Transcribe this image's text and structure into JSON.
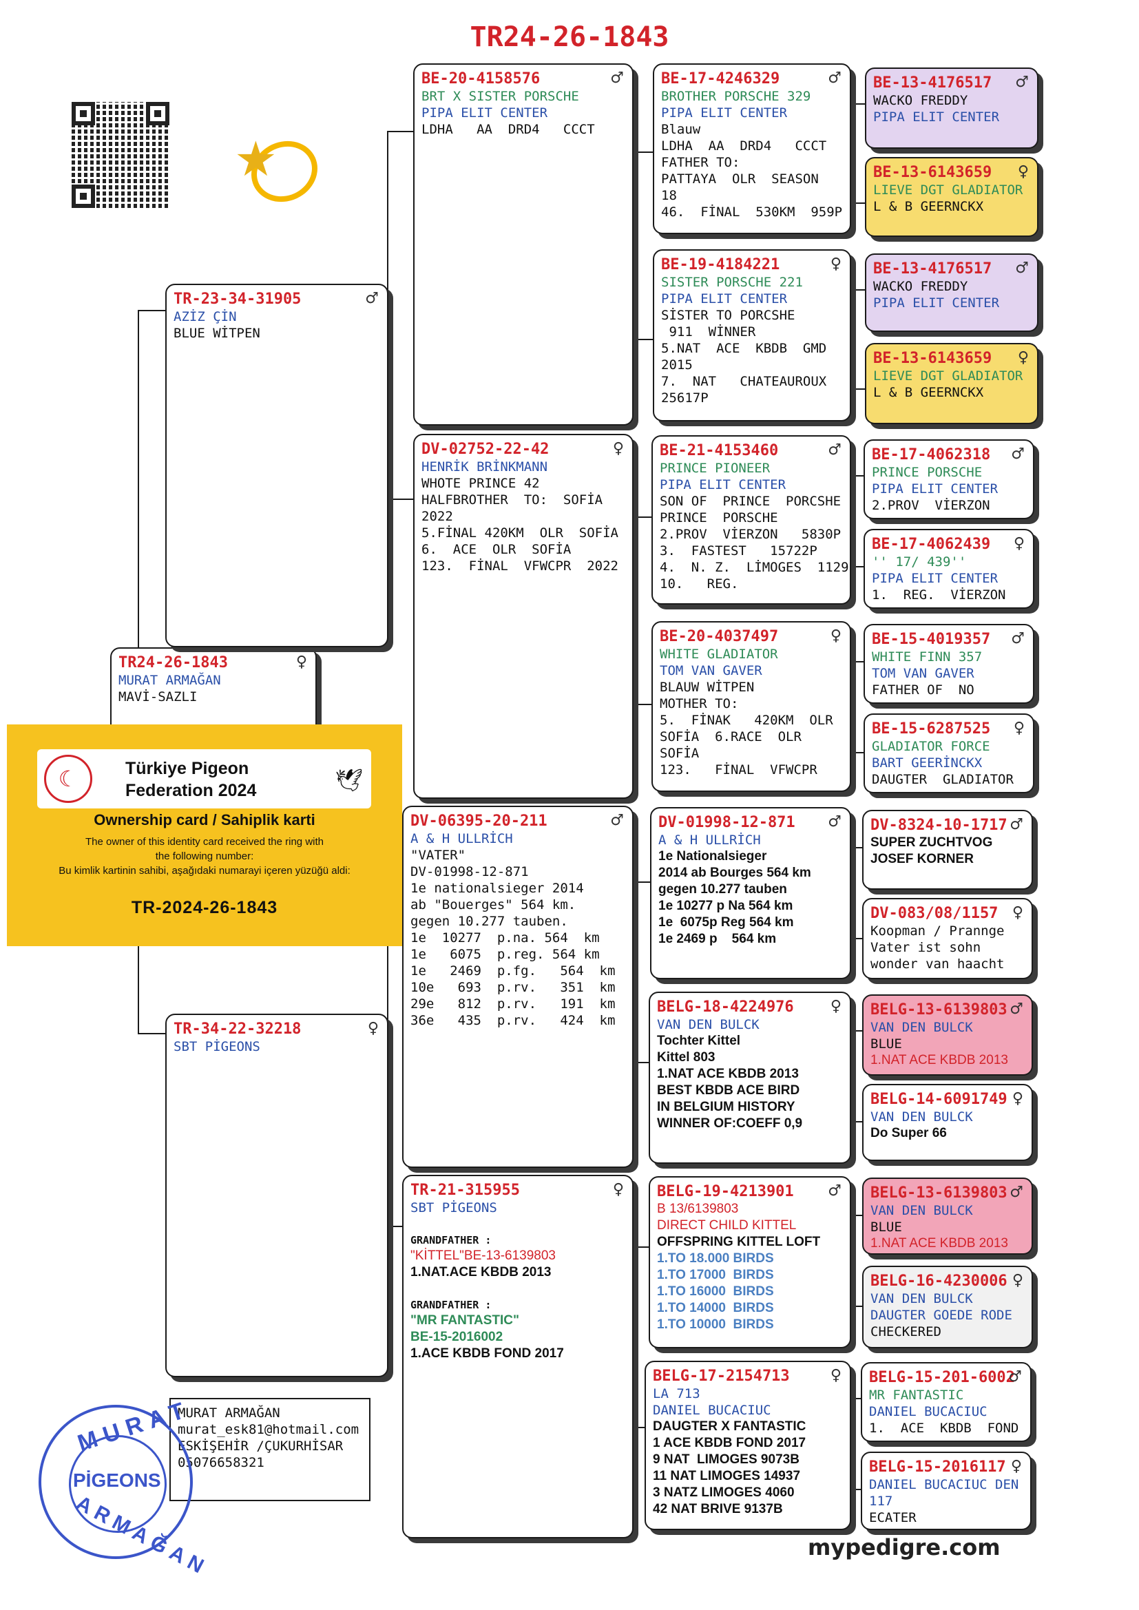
{
  "title": "TR24-26-1843",
  "site": "mypedigre.com",
  "owner_card": {
    "federation_line1": "Türkiye Pigeon",
    "federation_line2": "Federation 2024",
    "card_title": "Ownership card / Sahiplik karti",
    "text_line1": "The owner of this identity card received the ring with",
    "text_line2": "the following number:",
    "text_line3": "Bu kimlik kartinin sahibi, aşağıdaki numarayi içeren yüzüğü aldi:",
    "ring_number": "TR-2024-26-1843"
  },
  "stamp": {
    "top": "MURAT",
    "middle": "PİGEONS",
    "bottom": "ARMAĞAN"
  },
  "breeder": {
    "lines": [
      "MURAT ARMAĞAN",
      "murat_esk81@hotmail.com",
      "ESKİŞEHİR /ÇUKURHİSAR",
      "05076658321"
    ]
  },
  "cards": [
    {
      "id": "subject",
      "ring": "TR24-26-1843",
      "sex": "♀",
      "lines": [
        {
          "t": "MURAT ARMAĞAN",
          "c": "blue"
        },
        {
          "t": "MAVİ-SAZLI",
          "c": ""
        }
      ]
    },
    {
      "id": "sire",
      "ring": "TR-23-34-31905",
      "sex": "♂",
      "lines": [
        {
          "t": "AZİZ ÇİN",
          "c": "blue"
        },
        {
          "t": "BLUE WİTPEN",
          "c": ""
        }
      ]
    },
    {
      "id": "dam",
      "ring": "TR-34-22-32218",
      "sex": "♀",
      "lines": [
        {
          "t": "SBT PİGEONS",
          "c": "blue"
        }
      ]
    },
    {
      "id": "ss",
      "ring": "BE-20-4158576",
      "sex": "♂",
      "lines": [
        {
          "t": "BRT X SISTER PORSCHE",
          "c": "green"
        },
        {
          "t": "PIPA ELIT CENTER",
          "c": "blue"
        },
        {
          "t": "LDHA   AA  DRD4   CCCT",
          "c": ""
        }
      ]
    },
    {
      "id": "sd",
      "ring": "DV-02752-22-42",
      "sex": "♀",
      "lines": [
        {
          "t": "HENRİK BRİNKMANN",
          "c": "blue"
        },
        {
          "t": "WHOTE PRINCE 42",
          "c": ""
        },
        {
          "t": "HALFBROTHER  TO:  SOFİA",
          "c": ""
        },
        {
          "t": "2022",
          "c": ""
        },
        {
          "t": "5.FİNAL 420KM  OLR  SOFİA",
          "c": ""
        },
        {
          "t": "6.  ACE  OLR  SOFİA",
          "c": ""
        },
        {
          "t": "123.  FİNAL  VFWCPR  2022",
          "c": ""
        }
      ]
    },
    {
      "id": "ds",
      "ring": "DV-06395-20-211",
      "sex": "♂",
      "lines": [
        {
          "t": "A & H ULLRİCH",
          "c": "blue"
        },
        {
          "t": "\"VATER\"",
          "c": ""
        },
        {
          "t": "DV-01998-12-871",
          "c": ""
        },
        {
          "t": "1e nationalsieger 2014",
          "c": ""
        },
        {
          "t": "ab \"Bouerges\" 564 km.",
          "c": ""
        },
        {
          "t": "gegen 10.277 tauben.",
          "c": ""
        },
        {
          "t": "1e  10277  p.na. 564  km",
          "c": ""
        },
        {
          "t": "1e   6075  p.reg. 564 km",
          "c": ""
        },
        {
          "t": "1e   2469  p.fg.   564  km",
          "c": ""
        },
        {
          "t": "10e   693  p.rv.   351  km",
          "c": ""
        },
        {
          "t": "29e   812  p.rv.   191  km",
          "c": ""
        },
        {
          "t": "36e   435  p.rv.   424  km",
          "c": ""
        }
      ]
    },
    {
      "id": "dd",
      "ring": "TR-21-315955",
      "sex": "♀",
      "lines": [
        {
          "t": "SBT PİGEONS",
          "c": "blue"
        },
        {
          "t": " ",
          "c": ""
        },
        {
          "t": "GRANDFATHER :",
          "c": "bold-small"
        },
        {
          "t": "\"KİTTEL\"BE-13-6139803",
          "c": "red-sans"
        },
        {
          "t": "1.NAT.ACE KBDB 2013",
          "c": "sans"
        },
        {
          "t": " ",
          "c": ""
        },
        {
          "t": "GRANDFATHER :",
          "c": "bold-small"
        },
        {
          "t": "\"MR FANTASTIC\"",
          "c": "green-sans"
        },
        {
          "t": "BE-15-2016002",
          "c": "green-sans"
        },
        {
          "t": "1.ACE KBDB FOND 2017",
          "c": "sans"
        }
      ]
    },
    {
      "id": "sss",
      "ring": "BE-17-4246329",
      "sex": "♂",
      "lines": [
        {
          "t": "BROTHER PORSCHE 329",
          "c": "green"
        },
        {
          "t": "PIPA ELIT CENTER",
          "c": "blue"
        },
        {
          "t": "Blauw",
          "c": ""
        },
        {
          "t": "LDHA  AA  DRD4   CCCT",
          "c": ""
        },
        {
          "t": "FATHER TO:",
          "c": ""
        },
        {
          "t": "PATTAYA  OLR  SEASON",
          "c": ""
        },
        {
          "t": "18",
          "c": ""
        },
        {
          "t": "46.  FİNAL  530KM  959P",
          "c": ""
        }
      ]
    },
    {
      "id": "ssd",
      "ring": "BE-19-4184221",
      "sex": "♀",
      "lines": [
        {
          "t": "SISTER PORSCHE 221",
          "c": "green"
        },
        {
          "t": "PIPA ELIT CENTER",
          "c": "blue"
        },
        {
          "t": "SİSTER TO PORCSHE",
          "c": ""
        },
        {
          "t": " 911  WİNNER",
          "c": ""
        },
        {
          "t": "5.NAT  ACE  KBDB  GMD",
          "c": ""
        },
        {
          "t": "2015",
          "c": ""
        },
        {
          "t": "7.  NAT   CHATEAUROUX",
          "c": ""
        },
        {
          "t": "25617P",
          "c": ""
        }
      ]
    },
    {
      "id": "sds",
      "ring": "BE-21-4153460",
      "sex": "♂",
      "lines": [
        {
          "t": "PRINCE PIONEER",
          "c": "green"
        },
        {
          "t": "PIPA ELIT CENTER",
          "c": "blue"
        },
        {
          "t": "SON OF  PRINCE  PORCSHE",
          "c": ""
        },
        {
          "t": "PRINCE  PORSCHE",
          "c": ""
        },
        {
          "t": "2.PROV  VİERZON   5830P",
          "c": ""
        },
        {
          "t": "3.  FASTEST   15722P",
          "c": ""
        },
        {
          "t": "4.  N. Z.  LİMOGES  1129P",
          "c": ""
        },
        {
          "t": "10.   REG.",
          "c": ""
        }
      ]
    },
    {
      "id": "sdd",
      "ring": "BE-20-4037497",
      "sex": "♀",
      "lines": [
        {
          "t": "WHITE GLADIATOR",
          "c": "green"
        },
        {
          "t": "TOM VAN GAVER",
          "c": "blue"
        },
        {
          "t": "BLAUW WİTPEN",
          "c": ""
        },
        {
          "t": "MOTHER TO:",
          "c": ""
        },
        {
          "t": "5.  FİNAK   420KM  OLR",
          "c": ""
        },
        {
          "t": "SOFİA  6.RACE  OLR",
          "c": ""
        },
        {
          "t": "SOFİA",
          "c": ""
        },
        {
          "t": "123.   FİNAL  VFWCPR",
          "c": ""
        }
      ]
    },
    {
      "id": "dss",
      "ring": "DV-01998-12-871",
      "sex": "♂",
      "lines": [
        {
          "t": "A & H ULLRİCH",
          "c": "blue"
        },
        {
          "t": "1e Nationalsieger",
          "c": "sans-bold"
        },
        {
          "t": "2014 ab Bourges 564 km",
          "c": "sans-bold"
        },
        {
          "t": "gegen 10.277 tauben",
          "c": "sans-bold"
        },
        {
          "t": "1e 10277 p Na 564 km",
          "c": "sans-bold"
        },
        {
          "t": "1e  6075p Reg 564 km",
          "c": "sans-bold"
        },
        {
          "t": "1e 2469 p    564 km",
          "c": "sans-bold"
        }
      ]
    },
    {
      "id": "dsd",
      "ring": "BELG-18-4224976",
      "sex": "♀",
      "lines": [
        {
          "t": "VAN DEN BULCK",
          "c": "blue"
        },
        {
          "t": "Tochter Kittel",
          "c": "sans-bold"
        },
        {
          "t": "Kittel 803",
          "c": "sans-bold"
        },
        {
          "t": "1.NAT ACE KBDB 2013",
          "c": "sans-bold"
        },
        {
          "t": "BEST KBDB ACE BIRD",
          "c": "sans-bold"
        },
        {
          "t": "IN BELGIUM HISTORY",
          "c": "sans-bold"
        },
        {
          "t": "WINNER OF:COEFF 0,9",
          "c": "sans-bold"
        }
      ]
    },
    {
      "id": "dds",
      "ring": "BELG-19-4213901",
      "sex": "♂",
      "lines": [
        {
          "t": "B 13/6139803",
          "c": "red-sans"
        },
        {
          "t": "DIRECT CHILD KITTEL",
          "c": "red-sans"
        },
        {
          "t": "OFFSPRING KITTEL LOFT",
          "c": "sans-bold"
        },
        {
          "t": "1.TO 18.000 BIRDS",
          "c": "blue-sans"
        },
        {
          "t": "1.TO 17000  BIRDS",
          "c": "blue-sans"
        },
        {
          "t": "1.TO 16000  BIRDS",
          "c": "blue-sans"
        },
        {
          "t": "1.TO 14000  BIRDS",
          "c": "blue-sans"
        },
        {
          "t": "1.TO 10000  BIRDS",
          "c": "blue-sans"
        }
      ]
    },
    {
      "id": "ddd",
      "ring": "BELG-17-2154713",
      "sex": "♀",
      "lines": [
        {
          "t": "LA 713",
          "c": "blue"
        },
        {
          "t": "DANIEL BUCACIUC",
          "c": "blue"
        },
        {
          "t": "DAUGTER X FANTASTIC",
          "c": "sans-bold"
        },
        {
          "t": "1 ACE KBDB FOND 2017",
          "c": "sans-bold"
        },
        {
          "t": "9 NAT  LIMOGES 9073B",
          "c": "sans-bold"
        },
        {
          "t": "11 NAT LIMOGES 14937",
          "c": "sans-bold"
        },
        {
          "t": "3 NATZ LIMOGES 4060",
          "c": "sans-bold"
        },
        {
          "t": "42 NAT BRIVE 9137B",
          "c": "sans-bold"
        }
      ]
    },
    {
      "id": "g1",
      "ring": "BE-13-4176517",
      "sex": "♂",
      "bg": "purple",
      "lines": [
        {
          "t": "WACKO FREDDY",
          "c": ""
        },
        {
          "t": "PIPA ELIT CENTER",
          "c": "blue"
        }
      ]
    },
    {
      "id": "g2",
      "ring": "BE-13-6143659",
      "sex": "♀",
      "bg": "yellow",
      "lines": [
        {
          "t": "LIEVE DGT GLADIATOR",
          "c": "green"
        },
        {
          "t": "L & B GEERNCKX",
          "c": ""
        }
      ]
    },
    {
      "id": "g3",
      "ring": "BE-13-4176517",
      "sex": "♂",
      "bg": "purple",
      "lines": [
        {
          "t": "WACKO FREDDY",
          "c": ""
        },
        {
          "t": "PIPA ELIT CENTER",
          "c": "blue"
        }
      ]
    },
    {
      "id": "g4",
      "ring": "BE-13-6143659",
      "sex": "♀",
      "bg": "yellow",
      "lines": [
        {
          "t": "LIEVE DGT GLADIATOR",
          "c": "green"
        },
        {
          "t": "L & B GEERNCKX",
          "c": ""
        }
      ]
    },
    {
      "id": "g5",
      "ring": "BE-17-4062318",
      "sex": "♂",
      "bg": "",
      "lines": [
        {
          "t": "PRINCE PORSCHE",
          "c": "green"
        },
        {
          "t": "PIPA ELIT CENTER",
          "c": "blue"
        },
        {
          "t": "2.PROV  VİERZON",
          "c": ""
        }
      ]
    },
    {
      "id": "g6",
      "ring": "BE-17-4062439",
      "sex": "♀",
      "bg": "",
      "lines": [
        {
          "t": "'' 17/ 439''",
          "c": "green"
        },
        {
          "t": "PIPA ELIT CENTER",
          "c": "blue"
        },
        {
          "t": "1.  REG.  VİERZON",
          "c": ""
        }
      ]
    },
    {
      "id": "g7",
      "ring": "BE-15-4019357",
      "sex": "♂",
      "bg": "",
      "lines": [
        {
          "t": "WHITE FINN 357",
          "c": "green"
        },
        {
          "t": "TOM VAN GAVER",
          "c": "blue"
        },
        {
          "t": "FATHER OF  NO",
          "c": ""
        }
      ]
    },
    {
      "id": "g8",
      "ring": "BE-15-6287525",
      "sex": "♀",
      "bg": "",
      "lines": [
        {
          "t": "GLADIATOR FORCE",
          "c": "green"
        },
        {
          "t": "BART GEERİNCKX",
          "c": "blue"
        },
        {
          "t": "DAUGTER  GLADIATOR",
          "c": ""
        }
      ]
    },
    {
      "id": "g9",
      "ring": "DV-8324-10-1717",
      "sex": "♂",
      "bg": "",
      "lines": [
        {
          "t": "SUPER ZUCHTVOG",
          "c": "sans-bold"
        },
        {
          "t": "JOSEF KORNER",
          "c": "sans-bold"
        }
      ]
    },
    {
      "id": "g10",
      "ring": "DV-083/08/1157",
      "sex": "♀",
      "bg": "",
      "lines": [
        {
          "t": "Koopman / Prannge",
          "c": ""
        },
        {
          "t": "Vater ist sohn",
          "c": ""
        },
        {
          "t": "wonder van haacht",
          "c": ""
        }
      ]
    },
    {
      "id": "g11",
      "ring": "BELG-13-6139803",
      "sex": "♂",
      "bg": "pink",
      "lines": [
        {
          "t": "VAN DEN BULCK",
          "c": "blue"
        },
        {
          "t": "BLUE",
          "c": ""
        },
        {
          "t": "1.NAT ACE KBDB 2013",
          "c": "red-sans"
        }
      ]
    },
    {
      "id": "g12",
      "ring": "BELG-14-6091749",
      "sex": "♀",
      "bg": "",
      "lines": [
        {
          "t": "VAN DEN BULCK",
          "c": "blue"
        },
        {
          "t": "Do Super 66",
          "c": "sans-bold"
        }
      ]
    },
    {
      "id": "g13",
      "ring": "BELG-13-6139803",
      "sex": "♂",
      "bg": "pink",
      "lines": [
        {
          "t": "VAN DEN BULCK",
          "c": "blue"
        },
        {
          "t": "BLUE",
          "c": ""
        },
        {
          "t": "1.NAT ACE KBDB 2013",
          "c": "red-sans"
        }
      ]
    },
    {
      "id": "g14",
      "ring": "BELG-16-4230006",
      "sex": "♀",
      "bg": "gray",
      "lines": [
        {
          "t": "VAN DEN BULCK",
          "c": "blue"
        },
        {
          "t": "DAUGTER GOEDE RODE",
          "c": "blue"
        },
        {
          "t": "CHECKERED",
          "c": ""
        }
      ]
    },
    {
      "id": "g15",
      "ring": "BELG-15-201-6002",
      "sex": "♂",
      "bg": "",
      "lines": [
        {
          "t": "MR FANTASTIC",
          "c": "green"
        },
        {
          "t": "DANIEL BUCACIUC",
          "c": "blue"
        },
        {
          "t": "1.  ACE  KBDB  FOND",
          "c": ""
        }
      ]
    },
    {
      "id": "g16",
      "ring": "BELG-15-2016117",
      "sex": "♀",
      "bg": "",
      "lines": [
        {
          "t": "DANIEL BUCACIUC DEN",
          "c": "blue"
        },
        {
          "t": "117",
          "c": "blue"
        },
        {
          "t": "ECATER",
          "c": ""
        }
      ]
    }
  ]
}
